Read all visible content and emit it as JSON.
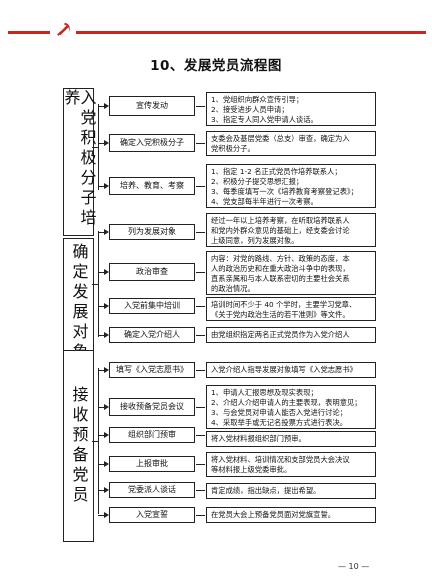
{
  "title": "10、发展党员流程图",
  "stages": [
    {
      "id": "s1",
      "label": "入党积极分子培养"
    },
    {
      "id": "s2",
      "label": "确定发展对象"
    },
    {
      "id": "s3",
      "label": "接收预备党员"
    }
  ],
  "steps": [
    {
      "step": "宣传发动",
      "desc": [
        "1、党组织向群众宣传引导；",
        "2、接受进步人员申请；",
        "3、指定专人同入党申请人谈话。"
      ]
    },
    {
      "step": "确定入党积极分子",
      "desc": [
        "支委会及基层党委（总支）审查，确定为入",
        "党积极分子。"
      ]
    },
    {
      "step": "培养、教育、考察",
      "desc": [
        "1、指定 1-2 名正式党员作培养联系人；",
        "2、积极分子提交思想汇报；",
        "3、每季度填写一次《培养教育考察登记表》；",
        "4、党支部每半年进行一次考察。"
      ]
    },
    {
      "step": "列为发展对象",
      "desc": [
        "经过一年以上培养考察，在听取培养联系人",
        "和党内外群众意见的基础上，经支委会讨论",
        "上级同意，列为发展对象。"
      ]
    },
    {
      "step": "政治审查",
      "desc": [
        "内容：对党的路线、方针、政策的态度，本",
        "人的政治历史和在重大政治斗争中的表现，",
        "直系亲属和与本人联系密切的主要社会关系",
        "的政治情况。"
      ]
    },
    {
      "step": "入党前集中培训",
      "desc": [
        "培训时间不少于 40 个学时，主要学习党章、",
        "《关于党内政治生活的若干准则》等文件。"
      ]
    },
    {
      "step": "确定入党介绍人",
      "desc": [
        "由党组织指定两名正式党员作为入党介绍人"
      ]
    },
    {
      "step": "填写《入党志愿书》",
      "desc": [
        "入党介绍人指导发展对象填写《入党志愿书》"
      ]
    },
    {
      "step": "接收预备党员会议",
      "desc": [
        "1、申请人汇报思想及现实表现；",
        "2、介绍人介绍申请人的主要表现，表明意见；",
        "3、与会党员对申请人能否入党进行讨论；",
        "4、采取举手或无记名投票方式进行表决。"
      ]
    },
    {
      "step": "组织部门预审",
      "desc": [
        "将入党材料报组织部门预审。"
      ]
    },
    {
      "step": "上报审批",
      "desc": [
        "将入党材料、培训情况和支部党员大会决议",
        "等材料报上级党委审批。"
      ]
    },
    {
      "step": "党委派人谈话",
      "desc": [
        "肯定成绩，指出缺点，提出希望。"
      ]
    },
    {
      "step": "入党宣誓",
      "desc": [
        "在党员大会上预备党员面对党旗宣誓。"
      ]
    }
  ],
  "footer": {
    "page": "— 10 —"
  },
  "colors": {
    "brand": "#c8261d"
  }
}
